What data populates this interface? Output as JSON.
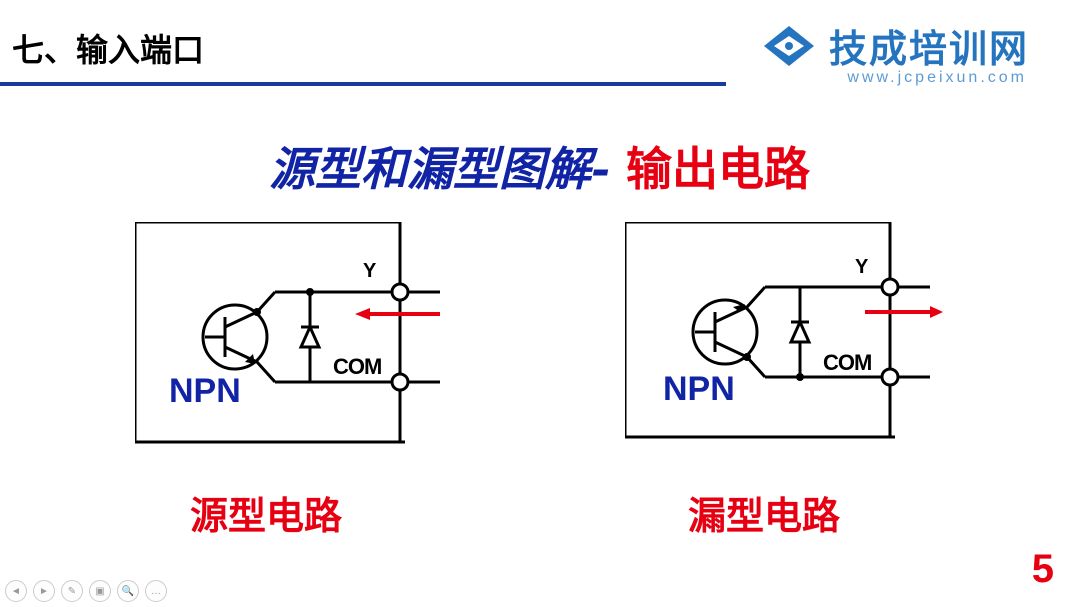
{
  "header": {
    "section_title": "七、输入端口",
    "logo_text": "技成培训网",
    "logo_url": "www.jcpeixun.com"
  },
  "main_title": {
    "part1": "源型和漏型图解-",
    "part2": "输出电路"
  },
  "circuits": [
    {
      "type": "source",
      "label": "源型电路",
      "terminals": {
        "top": "Y",
        "bottom": "COM"
      },
      "transistor_type": "NPN",
      "arrow_direction": "inward"
    },
    {
      "type": "sink",
      "label": "漏型电路",
      "terminals": {
        "top": "Y",
        "bottom": "COM"
      },
      "transistor_type": "NPN",
      "arrow_direction": "outward"
    }
  ],
  "page_number": "5",
  "colors": {
    "blue_dark": "#1124a6",
    "red_primary": "#e60012",
    "logo_blue": "#2574bf"
  }
}
